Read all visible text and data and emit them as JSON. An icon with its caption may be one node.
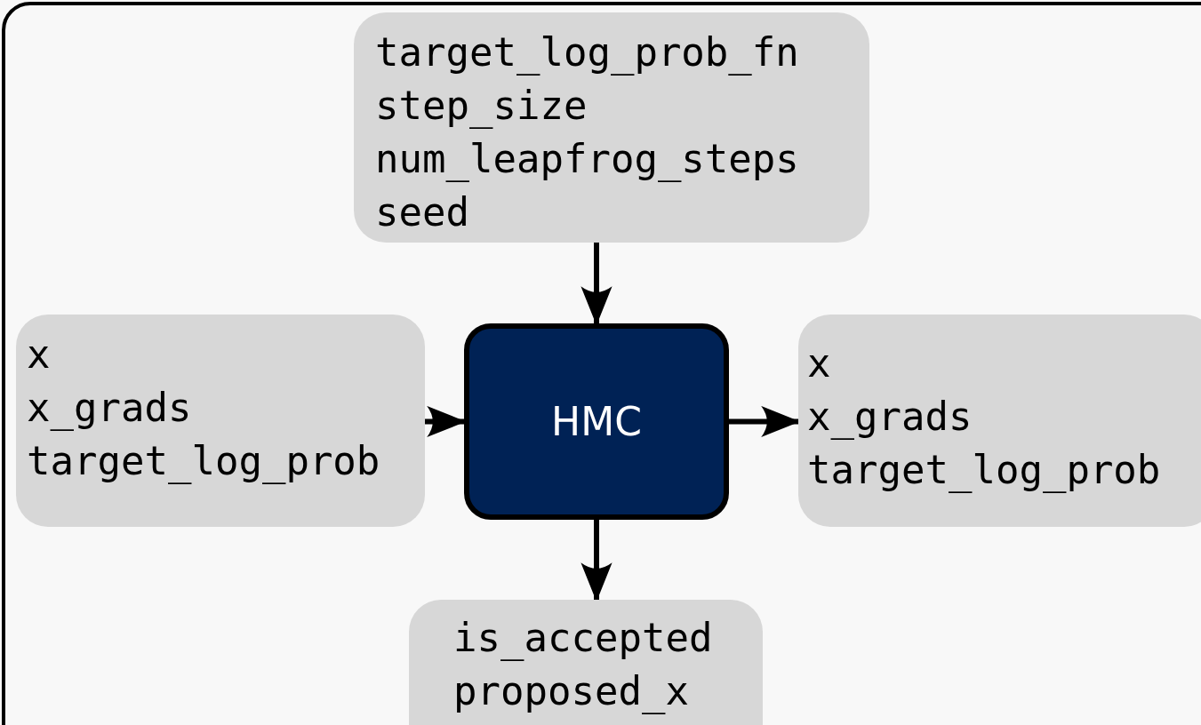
{
  "diagram": {
    "nodes": [
      {
        "text": [
          "target_log_prob_fn",
          "step_size",
          "num_leapfrog_steps",
          "seed"
        ]
      },
      {
        "text": [
          "x",
          "x_grads",
          "target_log_prob"
        ]
      },
      {
        "text": [
          "HMC"
        ]
      },
      {
        "text": [
          "x",
          "x_grads",
          "target_log_prob"
        ]
      },
      {
        "text": [
          "is_accepted",
          "proposed_x"
        ]
      }
    ],
    "edges": [
      {
        "from": 0,
        "to": 2,
        "arrow": "to"
      },
      {
        "from": 1,
        "to": 2,
        "arrow": "to"
      },
      {
        "from": 2,
        "to": 3,
        "arrow": "to"
      },
      {
        "from": 2,
        "to": 4,
        "arrow": "to"
      }
    ]
  }
}
